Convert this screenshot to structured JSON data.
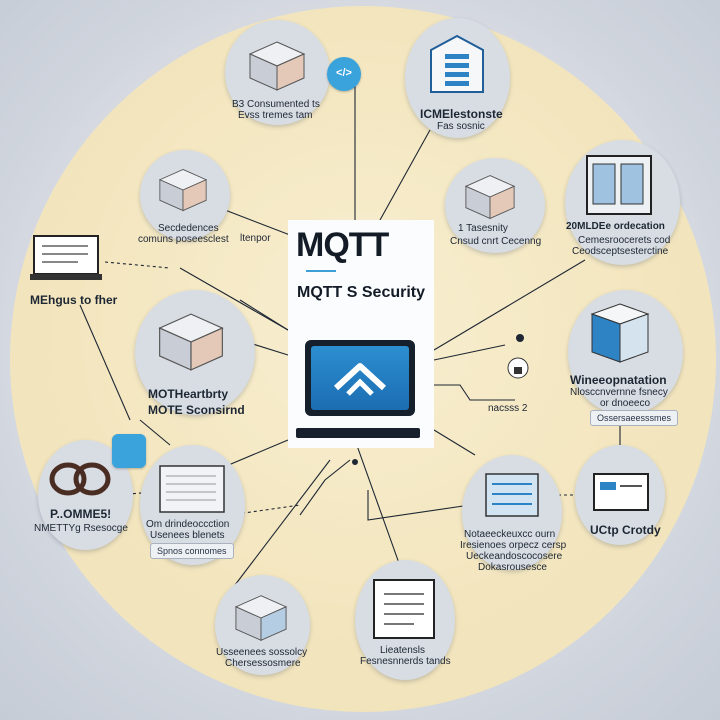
{
  "center": {
    "title": "MQTT",
    "subtitle": "MQTT S Security"
  },
  "nodes": {
    "top_left_caption_1": "B3 Consumented ts",
    "top_left_caption_2": "Evss tremes tam",
    "top_right_caption_1": "ICMElestonste",
    "top_right_caption_2": "Fas sosnic",
    "left_upper_caption_1": "Secdedences",
    "left_upper_caption_2": "comuns poseesclest",
    "left_upper_tag": "ltenpor",
    "left_laptop_caption": "MEhgus to fher",
    "left_mid_caption_1": "MOTHeartbrty",
    "left_mid_caption_2": "MOTE Sconsirnd",
    "left_bottom_caption_1": "P..OMME5!",
    "left_bottom_caption_2": "NMETTYg Rsesocge",
    "lower_left_caption_1": "Om drindeoccction",
    "lower_left_caption_2": "Usenees blenets",
    "lower_left_tag": "Spnos connomes",
    "bottom_left_caption_1": "Usseenees sossolcy",
    "bottom_left_caption_2": "Chersessosmere",
    "bottom_center_caption_1": "Lieatensls",
    "bottom_center_caption_2": "Fesnesnnerds tands",
    "right_upper_caption_1": "1 Tasesnity",
    "right_upper_caption_2": "Cnsud cnrt Cecenng",
    "far_right_top_caption_1": "20MLDEe ordecation",
    "far_right_top_caption_2": "Cemesroocerets cod",
    "far_right_top_caption_3": "Ceodsceptsesterctine",
    "right_mid_caption_1": "Wineeopnatation",
    "right_mid_caption_2": "Nlosccnvernne fsnecy",
    "right_mid_caption_3": "or dnoeeco",
    "right_mid_tag": "Ossersaeesssmes",
    "right_bottom_caption": "UCtp Crotdy",
    "lower_right_caption_1": "Notaeeckeuxcc ourn",
    "lower_right_caption_2": "Iresienoes orpecz cersp",
    "lower_right_caption_3": "Ueckeandoscocosere",
    "lower_right_caption_4": "Dokasrousesce",
    "connector_label": "nacsss 2"
  }
}
